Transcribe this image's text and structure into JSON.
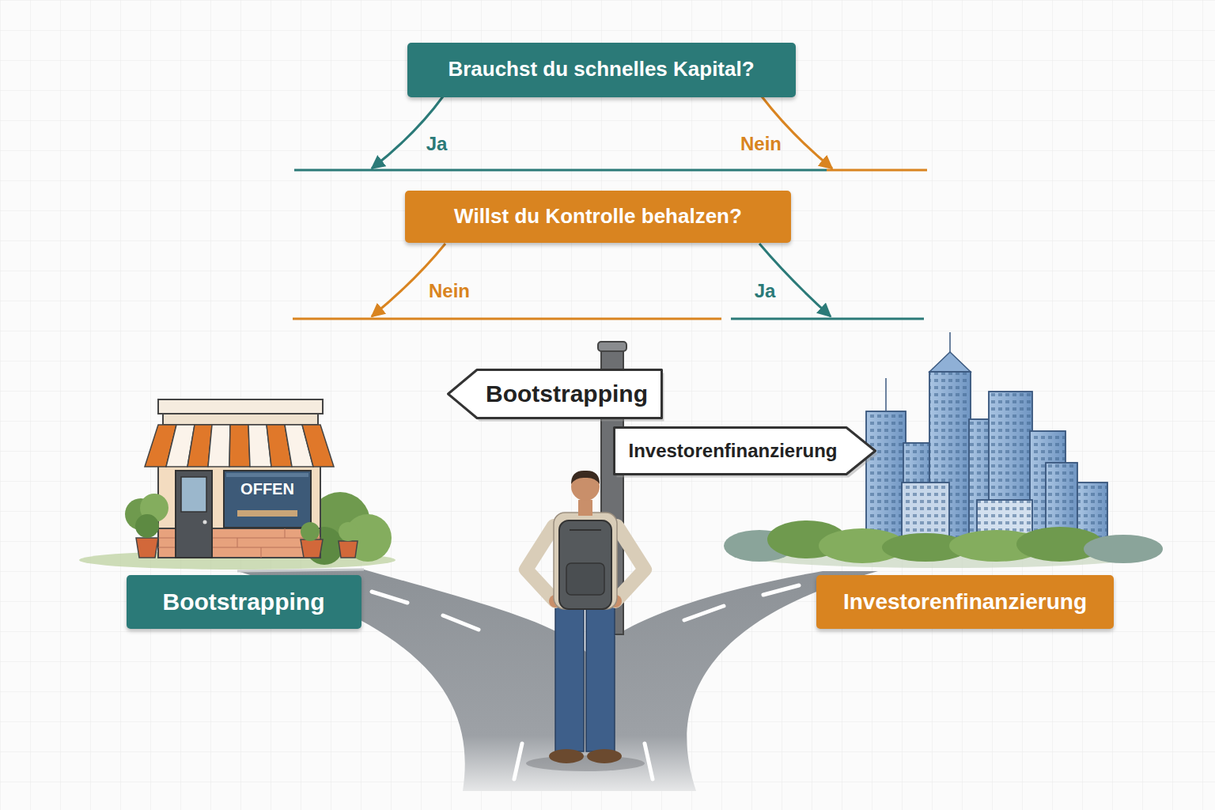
{
  "diagram": {
    "nodes": [
      {
        "text": [
          "Brauchst du schnelles Kapital?"
        ]
      },
      {
        "text": [
          "Willst du Kontrolle behalzen?"
        ]
      },
      {
        "text": [
          "Bootstrapping"
        ]
      },
      {
        "text": [
          "Investorenfinanzierung"
        ]
      },
      {
        "text": [
          "Bootstrapping"
        ]
      },
      {
        "text": [
          "Investorenfinanzierung"
        ]
      }
    ],
    "labels": [
      "Ja",
      "Nein",
      "Nein",
      "Ja",
      "OFFEN"
    ]
  }
}
